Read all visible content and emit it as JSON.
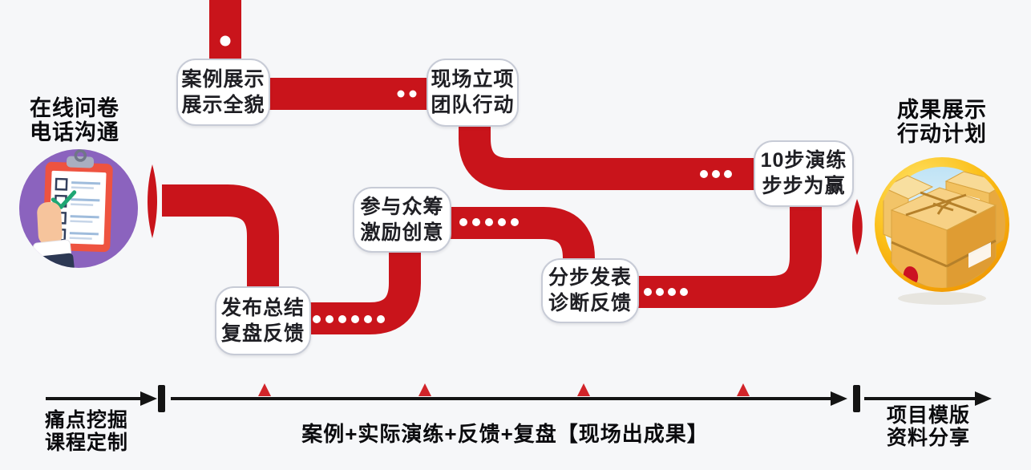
{
  "diagram": {
    "start_label": {
      "line1": "在线问卷",
      "line2": "电话沟通"
    },
    "end_label": {
      "line1": "成果展示",
      "line2": "行动计划"
    },
    "steps": [
      {
        "line1": "案例展示",
        "line2": "展示全貌"
      },
      {
        "line1": "现场立项",
        "line2": "团队行动"
      },
      {
        "line1": "10步演练",
        "line2": "步步为赢"
      },
      {
        "line1": "分步发表",
        "line2": "诊断反馈"
      },
      {
        "line1": "参与众筹",
        "line2": "激励创意"
      },
      {
        "line1": "发布总结",
        "line2": "复盘反馈"
      }
    ],
    "icons": {
      "left": "clipboard-checklist-icon",
      "right": "parcel-boxes-icon"
    },
    "colors": {
      "path_red": "#C9141B",
      "marker_red": "#D2242A",
      "bubble_border": "#C7CBD6",
      "purple_circle": "#8B63BE",
      "gold_circle": "#F5A50B",
      "timeline_black": "#141414"
    }
  },
  "timeline": {
    "phase1": {
      "line1": "痛点挖掘",
      "line2": "课程定制"
    },
    "phase2": {
      "label": "案例+实际演练+反馈+复盘【现场出成果】"
    },
    "phase3": {
      "line1": "项目模版",
      "line2": "资料分享"
    }
  }
}
